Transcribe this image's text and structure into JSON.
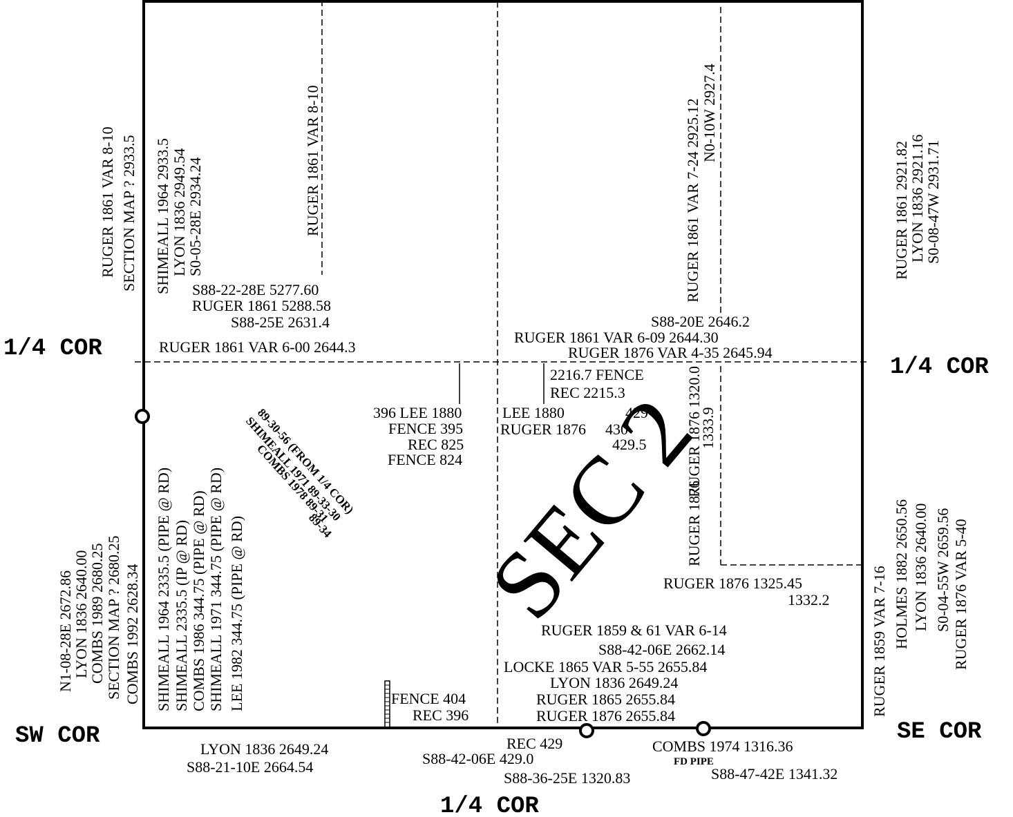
{
  "corners": {
    "west_quarter": "1/4 COR",
    "east_quarter": "1/4 COR",
    "south_quarter": "1/4 COR",
    "sw": "SW COR",
    "se": "SE COR"
  },
  "section_label": "SEC 2",
  "west_outer": [
    "RUGER 1861 VAR 8-10",
    "SECTION MAP ? 2933.5"
  ],
  "nw_inner": [
    "SHIMEALL 1964 2933.5",
    "LYON 1836 2949.54",
    "S0-05-28E 2934.24"
  ],
  "n_center": "RUGER 1861 VAR 8-10",
  "ne_inner": [
    "RUGER 1861 VAR 7-24 2925.12",
    "N0-10W 2927.4"
  ],
  "east_outer": [
    "RUGER 1861 2921.82",
    "LYON 1836 2921.16",
    "S0-08-47W 2931.71"
  ],
  "w_half_line": [
    "S88-22-28E 5277.60",
    "RUGER 1861 5288.58",
    "S88-25E 2631.4",
    "RUGER 1861 VAR 6-00 2644.3"
  ],
  "e_half_line": [
    "S88-20E 2646.2",
    "RUGER 1861 VAR 6-09 2644.30",
    "RUGER 1876 VAR 4-35 2645.94"
  ],
  "ne_sub": [
    "2216.7 FENCE",
    "REC 2215.3"
  ],
  "center_left": [
    "396 LEE 1880",
    "FENCE 395",
    "REC 825",
    "FENCE 824"
  ],
  "center_right": [
    "LEE 1880",
    "RUGER 1876",
    "429",
    "430",
    "429.5"
  ],
  "ne_vertical": [
    "RUGER 1876 1320.0",
    "1333.9",
    "RUGER 1876"
  ],
  "se_east_sub": [
    "RUGER 1876 1325.45",
    "1332.2"
  ],
  "sw_outer": [
    "N1-08-28E 2672.86",
    "LYON 1836 2640.00",
    "COMBS 1989 2680.25",
    "SECTION MAP ? 2680.25",
    "COMBS 1992 2628.34"
  ],
  "sw_inner": [
    "SHIMEALL 1964 2335.5 (PIPE @ RD)",
    "SHIMEALL 2335.5 (IP @ RD)",
    "COMBS 1986 344.75 (PIPE @ RD)",
    "SHIMEALL 1971 344.75 (PIPE @ RD)",
    "LEE 1982 344.75 (PIPE @ RD)"
  ],
  "diagonal": [
    "89-30-56 (FROM 1/4 COR)",
    "SHIMEALL 1971 89-33-30",
    "COMBS 1978 89-31",
    "89-34"
  ],
  "se_outer": [
    "RUGER 1859 VAR 7-16",
    "HOLMES 1882 2650.56",
    "LYON 1836 2640.00",
    "S0-04-55W 2659.56",
    "RUGER 1876 VAR 5-40"
  ],
  "se_south": [
    "RUGER 1859 & 61 VAR 6-14",
    "S88-42-06E 2662.14",
    "LOCKE 1865 VAR 5-55 2655.84",
    "LYON 1836 2649.24",
    "RUGER 1865 2655.84",
    "RUGER 1876 2655.84"
  ],
  "sw_fence": [
    "FENCE 404",
    "REC 396"
  ],
  "below_south": [
    "LYON 1836 2649.24",
    "S88-21-10E 2664.54",
    "REC 429",
    "S88-42-06E 429.0",
    "COMBS 1974 1316.36",
    "FD PIPE",
    "S88-36-25E 1320.83",
    "S88-47-42E 1341.32"
  ]
}
